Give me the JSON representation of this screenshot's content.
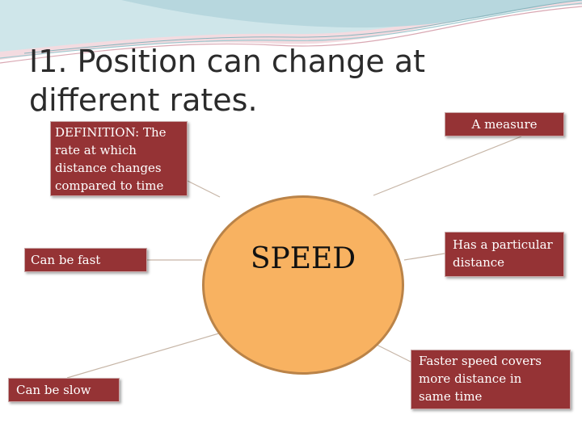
{
  "slide": {
    "title": "I1. Position can change at different rates.",
    "center_label": "SPEED",
    "boxes": {
      "definition": "DEFINITION: The\nrate  at which\ndistance changes\ncompared to time",
      "measure": "A measure",
      "fast": "Can be fast",
      "particular": "Has a particular\ndistance",
      "slow": "Can be slow",
      "faster": "Faster speed covers\nmore distance in\nsame time"
    }
  },
  "colors": {
    "box_fill": "#953335",
    "circle_fill": "#f8b261",
    "circle_stroke": "#ba8348",
    "title_text": "#2b2b2b",
    "connector": "#c6b5a6",
    "decor_teal": "#9fc9cf",
    "decor_pink": "#e6b6c0"
  }
}
